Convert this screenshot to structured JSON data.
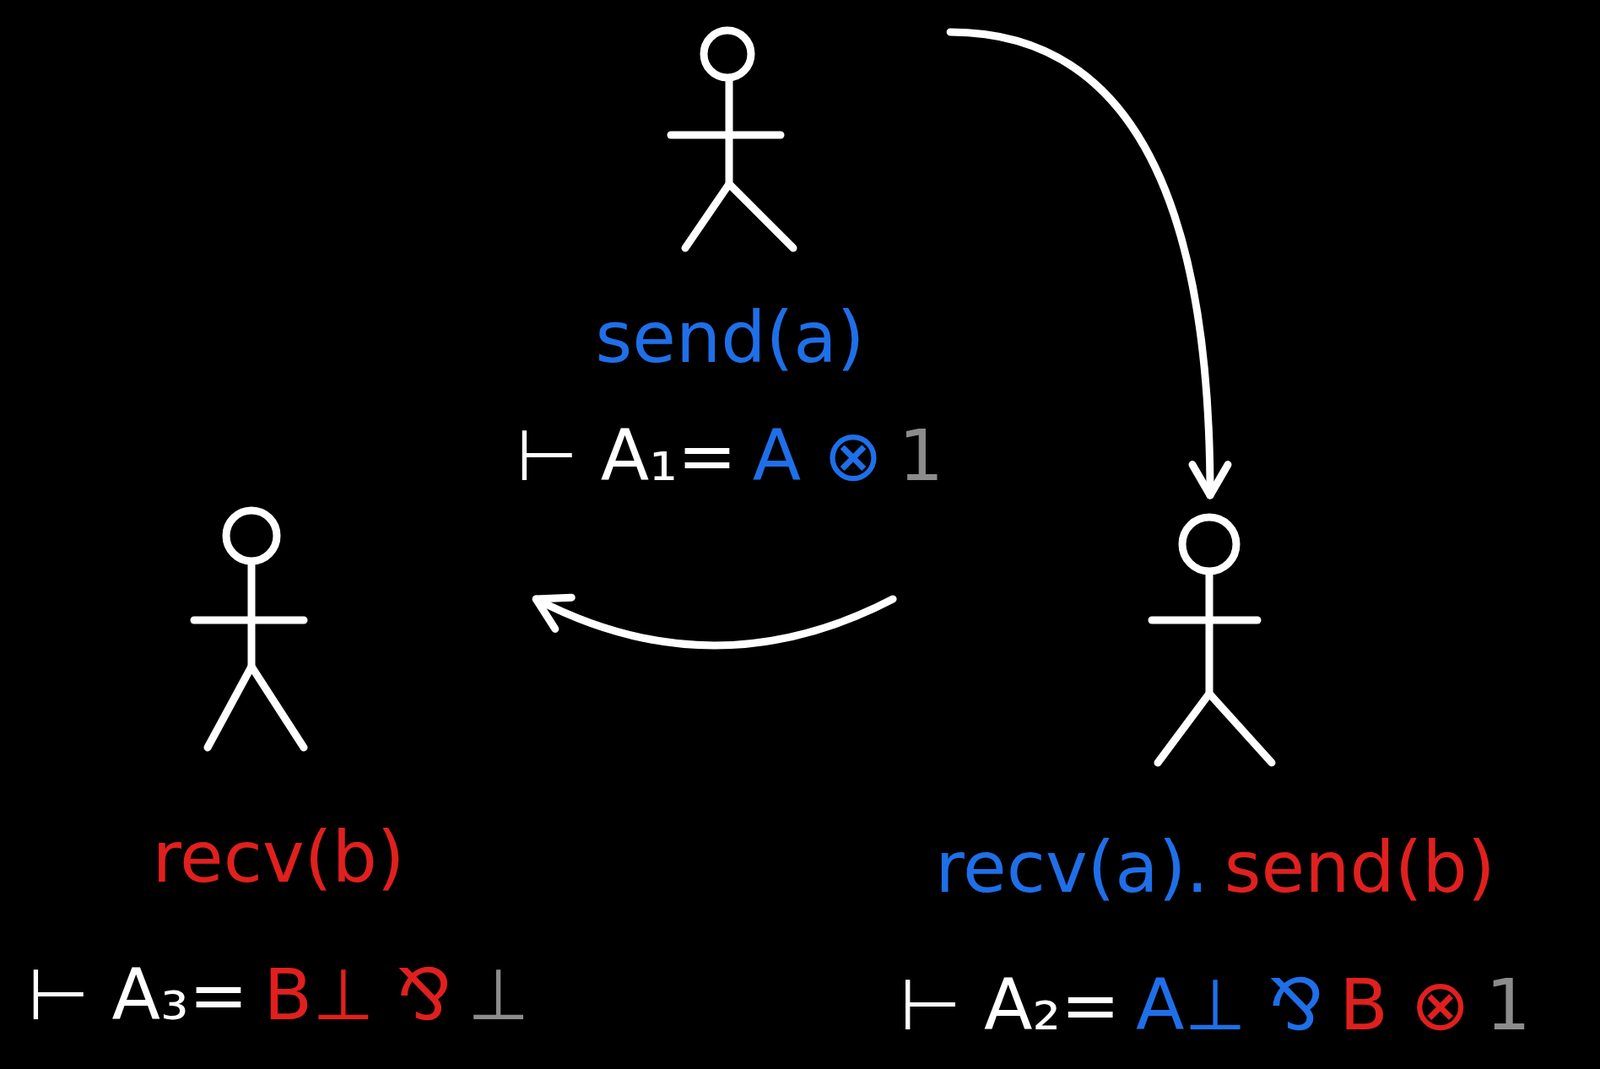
{
  "diagram": {
    "nodes": [
      {
        "text": [
          "send(a)",
          "⊢ A₁=",
          "A ⊗",
          "1"
        ]
      },
      {
        "text": [
          "recv(b)",
          "⊢ A₃=",
          "B⊥ ⅋",
          "⊥"
        ]
      },
      {
        "text": [
          "recv(a).",
          "send(b)",
          "⊢ A₂=",
          "A⊥ ⅋",
          "B ⊗",
          "1"
        ]
      }
    ],
    "edges": [
      {
        "from": 0,
        "to": 2,
        "arrow": "to"
      },
      {
        "from": 2,
        "to": 1,
        "arrow": "to"
      }
    ]
  }
}
